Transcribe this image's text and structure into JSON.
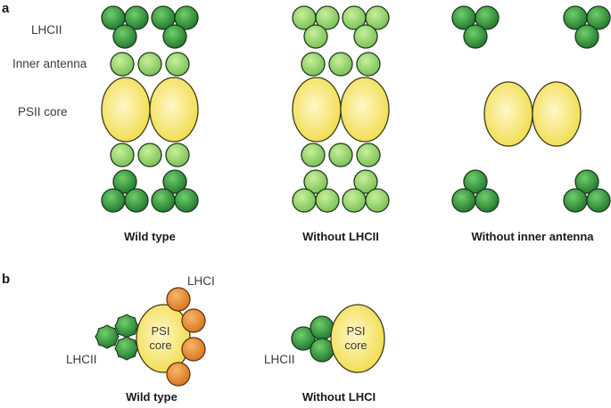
{
  "panel_a": {
    "letter": "a",
    "row_labels": {
      "lhcii": "LHCII",
      "inner": "Inner antenna",
      "core": "PSII core"
    },
    "captions": {
      "wild": "Wild type",
      "no_lhcii": "Without LHCII",
      "no_inner": "Without inner antenna"
    }
  },
  "panel_b": {
    "letter": "b",
    "lhci_label": "LHCI",
    "lhcii_label_left": "LHCII",
    "lhcii_label_right": "LHCII",
    "core_line1": "PSI",
    "core_line2": "core",
    "captions": {
      "wild": "Wild type",
      "no_lhci": "Without LHCI"
    }
  },
  "colors": {
    "dark_green": "#2e8b3a",
    "light_green": "#8fd06a",
    "core_yellow": "#f4e45c",
    "lhci_orange": "#e38a2c",
    "outline": "#1d3b1d"
  }
}
